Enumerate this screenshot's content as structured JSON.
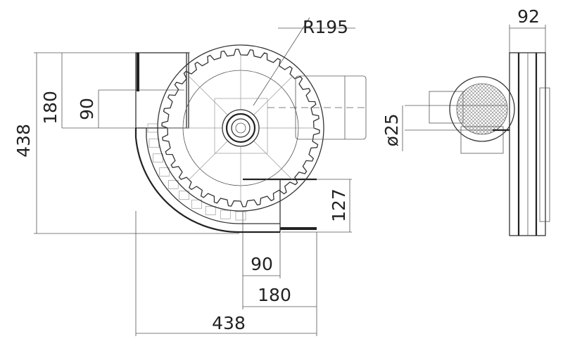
{
  "drawing": {
    "title": "Curved conveyor 90° bend drawing",
    "dimensions": {
      "radius": "R195",
      "inlet_height_outer": "180",
      "inlet_height_inner": "90",
      "overall_height": "438",
      "outlet_height": "127",
      "outlet_width_inner": "90",
      "outlet_width_outer": "180",
      "overall_width": "438",
      "shaft_diameter": "ø25",
      "side_width": "92"
    },
    "sprocket_teeth": 34
  }
}
